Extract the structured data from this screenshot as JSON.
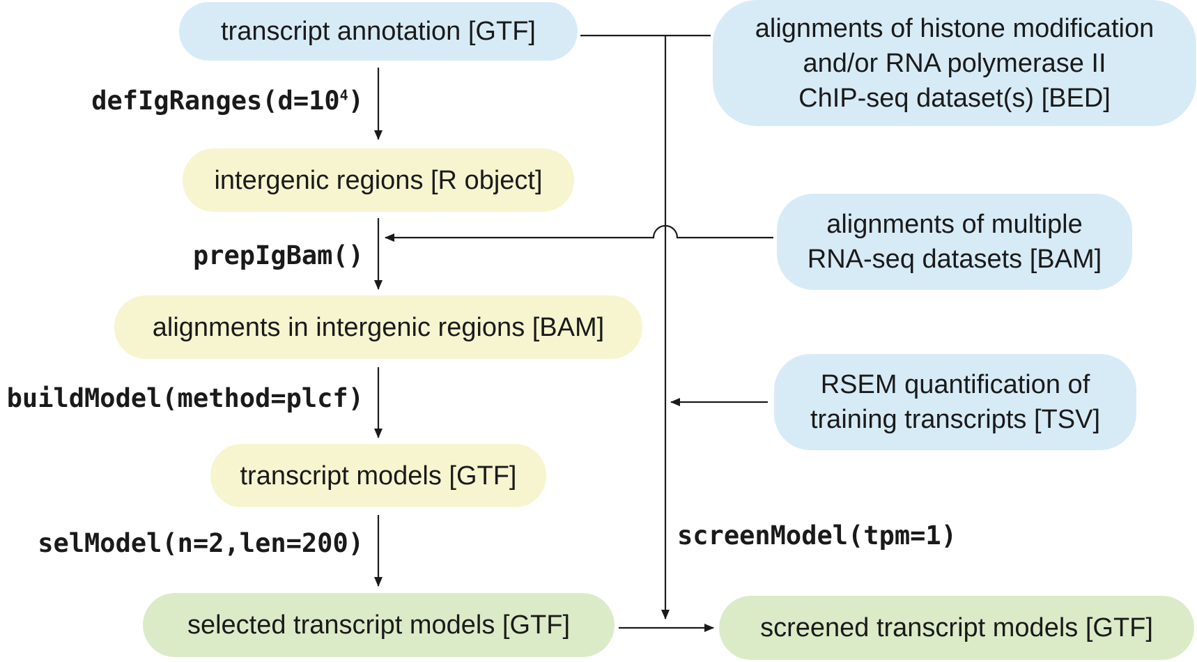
{
  "nodes": {
    "transcript_annotation": "transcript annotation [GTF]",
    "chip_seq": [
      "alignments of histone modification",
      "and/or RNA polymerase II",
      "ChIP-seq dataset(s) [BED]"
    ],
    "intergenic_regions": "intergenic regions [R object]",
    "rna_seq": [
      "alignments of multiple",
      "RNA-seq datasets [BAM]"
    ],
    "alignments_intergenic": "alignments in intergenic regions [BAM]",
    "rsem": [
      "RSEM quantification of",
      "training transcripts [TSV]"
    ],
    "transcript_models": "transcript models [GTF]",
    "selected_models": "selected transcript models [GTF]",
    "screened_models": "screened transcript models [GTF]"
  },
  "functions": {
    "defIgRanges_prefix": "defIgRanges(d=10",
    "defIgRanges_sup": "4",
    "defIgRanges_suffix": ")",
    "prepIgBam": "prepIgBam()",
    "buildModel": "buildModel(method=plcf)",
    "selModel": "selModel(n=2,len=200)",
    "screenModel": "screenModel(tpm=1)"
  },
  "colors": {
    "input_box": "#d7ebf7",
    "intermediate_box": "#f6f5cf",
    "output_box": "#dcebc7",
    "line": "#1a1a1a"
  }
}
